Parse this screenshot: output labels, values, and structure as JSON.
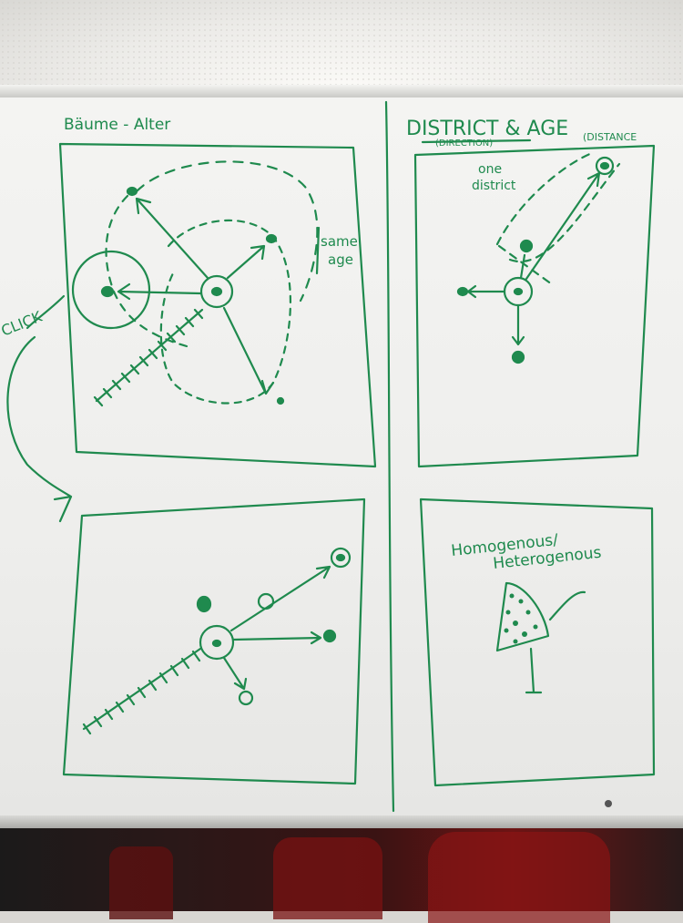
{
  "ink_color": "#1f8a4e",
  "panels": {
    "top_left": {
      "title": "Bäume - Alter",
      "annotation_same_age": [
        "same",
        "age"
      ],
      "annotation_click": "CLICK"
    },
    "top_right": {
      "title": "DISTRICT & AGE",
      "subtitle_direction": "(DIRECTION)",
      "subtitle_distance": "(DISTANCE",
      "annotation_one_district": [
        "one",
        "district"
      ]
    },
    "bottom_left": {},
    "bottom_right": {
      "annotation_homogenous": "Homogenous/",
      "annotation_heterogenous": "Heterogenous"
    }
  }
}
